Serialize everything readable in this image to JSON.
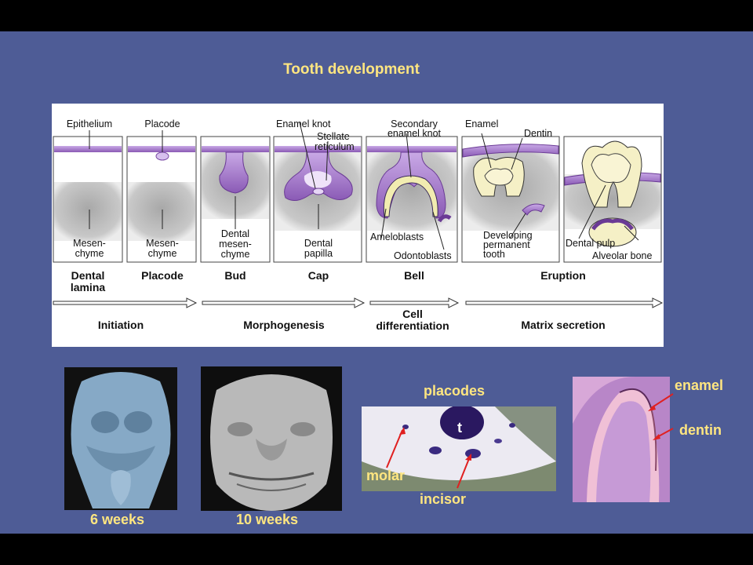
{
  "slide": {
    "title": "Tooth development"
  },
  "diagram": {
    "top_labels": {
      "epithelium": "Epithelium",
      "placode": "Placode",
      "enamel_knot": "Enamel knot",
      "stellate_1": "Stellate",
      "stellate_2": "reticulum",
      "secondary_1": "Secondary",
      "secondary_2": "enamel knot",
      "enamel": "Enamel",
      "dentin": "Dentin"
    },
    "bottom_labels": {
      "mes1_1": "Mesen-",
      "mes1_2": "chyme",
      "mes2_1": "Mesen-",
      "mes2_2": "chyme",
      "dm_1": "Dental",
      "dm_2": "mesen-",
      "dm_3": "chyme",
      "dp_1": "Dental",
      "dp_2": "papilla",
      "ameloblasts": "Ameloblasts",
      "odontoblasts": "Odontoblasts",
      "dev_1": "Developing",
      "dev_2": "permanent",
      "dev_3": "tooth",
      "dental_pulp": "Dental pulp",
      "alveolar_bone": "Alveolar bone"
    },
    "stages": {
      "dental_1": "Dental",
      "dental_2": "lamina",
      "placode": "Placode",
      "bud": "Bud",
      "cap": "Cap",
      "bell": "Bell",
      "eruption": "Eruption"
    },
    "phases": {
      "initiation": "Initiation",
      "morphogenesis": "Morphogenesis",
      "celldiff_1": "Cell",
      "celldiff_2": "differentiation",
      "matrix": "Matrix secretion"
    }
  },
  "photos": {
    "six_weeks": "6 weeks",
    "ten_weeks": "10 weeks",
    "placodes": "placodes",
    "t": "t",
    "molar": "molar",
    "incisor": "incisor",
    "enamel": "enamel",
    "dentin": "dentin"
  },
  "colors": {
    "slide_bg": "#4e5c96",
    "title": "#ffe680",
    "arrow_red": "#e02020",
    "purple": "#8a5ab5"
  }
}
